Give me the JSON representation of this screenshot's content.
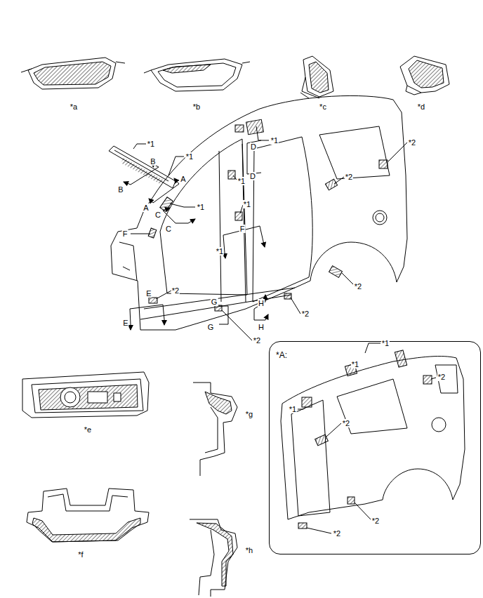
{
  "diagram": {
    "nodes": [
      {
        "text": [
          "*A:"
        ]
      }
    ],
    "labels": [
      "*a",
      "*b",
      "*c",
      "*d",
      "*1",
      "*2",
      "*1",
      "*1",
      "B",
      "D",
      "*1",
      "A",
      "*2",
      "D",
      "B",
      "*1",
      "A",
      "*1",
      "C",
      "C",
      "F",
      "*1",
      "F",
      "*2",
      "*2",
      "E",
      "G",
      "H",
      "*2",
      "E",
      "G",
      "H",
      "*2",
      "*e",
      "*g",
      "*h",
      "*f",
      "*1",
      "*1",
      "*2",
      "*1",
      "*2",
      "*2",
      "*2"
    ]
  }
}
